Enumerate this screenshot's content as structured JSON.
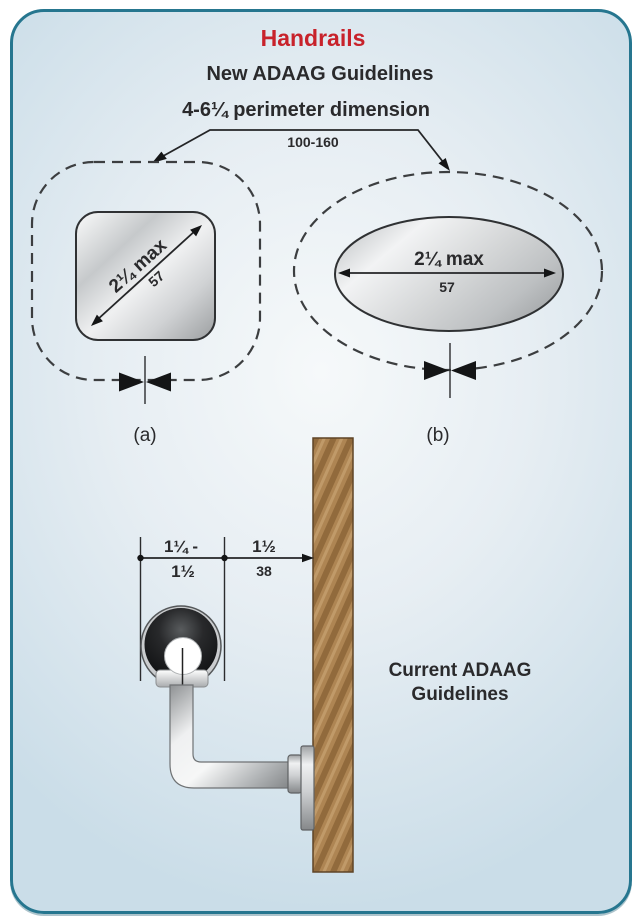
{
  "header": {
    "title": "Handrails",
    "subtitle": "New ADAAG Guidelines"
  },
  "new_guidelines": {
    "perimeter_label": "4-6¼ perimeter dimension",
    "perimeter_metric": "100-160",
    "shape_a": {
      "dim_label": "2¼ max",
      "dim_metric": "57",
      "caption": "(a)"
    },
    "shape_b": {
      "dim_label": "2¼ max",
      "dim_metric": "57",
      "caption": "(b)"
    }
  },
  "current_guidelines": {
    "title_line1": "Current ADAAG",
    "title_line2": "Guidelines",
    "rail_diameter_top": "1¼ -",
    "rail_diameter_bottom": "1½",
    "clearance_label": "1½",
    "clearance_metric": "38"
  },
  "colors": {
    "title_red": "#c8222b",
    "text_dark": "#2a2a2c",
    "frame_border": "#26768f",
    "wood_base": "#ae8553",
    "background_edge": "#cadde8",
    "rail_dark": "#17181a"
  }
}
